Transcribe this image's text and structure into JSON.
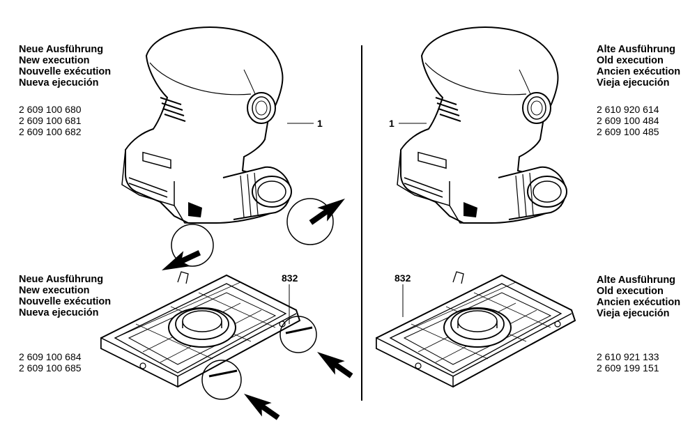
{
  "left": {
    "tool": {
      "labels": [
        "Neue Ausführung",
        "New execution",
        "Nouvelle exécution",
        "Nueva ejecución"
      ],
      "part_numbers": [
        "2 609 100 680",
        "2 609 100 681",
        "2 609 100 682"
      ],
      "callout": "1"
    },
    "plate": {
      "labels": [
        "Neue Ausführung",
        "New execution",
        "Nouvelle exécution",
        "Nueva ejecución"
      ],
      "part_numbers": [
        "2 609 100 684",
        "2 609 100 685"
      ],
      "callout": "832"
    }
  },
  "right": {
    "tool": {
      "labels": [
        "Alte Ausführung",
        "Old execution",
        "Ancien exécution",
        "Vieja ejecución"
      ],
      "part_numbers": [
        "2 610 920 614",
        "2 609 100 484",
        "2 609 100 485"
      ],
      "callout": "1"
    },
    "plate": {
      "labels": [
        "Alte Ausführung",
        "Old execution",
        "Ancien exécution",
        "Vieja ejecución"
      ],
      "part_numbers": [
        "2 610 921 133",
        "2 609 199 151"
      ],
      "callout": "832"
    }
  }
}
